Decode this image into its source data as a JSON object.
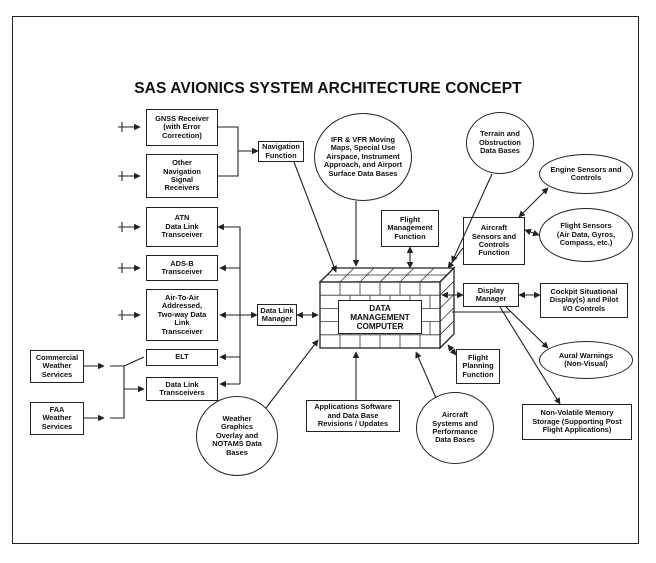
{
  "title": "SAS AVIONICS SYSTEM ARCHITECTURE CONCEPT",
  "nodes": {
    "gnss": "GNSS Receiver\n(with Error\nCorrection)",
    "other_nav": "Other\nNavigation\nSignal\nReceivers",
    "nav_function": "Navigation\nFunction",
    "atn": "ATN\nData Link\nTransceiver",
    "adsb": "ADS-B\nTransceiver",
    "air_to_air": "Air-To-Air\nAddressed,\nTwo-way Data\nLink\nTransceiver",
    "data_link_manager": "Data Link\nManager",
    "elt": "ELT",
    "data_link_transceivers": "Data Link\nTransceivers",
    "commercial_weather": "Commercial\nWeather\nServices",
    "faa_weather": "FAA\nWeather\nServices",
    "ifr_vfr_maps": "IFR & VFR Moving\nMaps, Special Use\nAirspace, Instrument\nApproach, and Airport\nSurface Data Bases",
    "terrain_db": "Terrain and\nObstruction\nData Bases",
    "flight_management": "Flight\nManagement\nFunction",
    "aircraft_sensors": "Aircraft\nSensors and\nControls\nFunction",
    "engine_sensors": "Engine Sensors and\nControls",
    "flight_sensors": "Flight Sensors\n(Air Data, Gyros,\nCompass, etc.)",
    "display_manager": "Display\nManager",
    "cockpit_display": "Cockpit Situational\nDisplay(s) and Pilot\nI/O Controls",
    "dmc": "DATA\nMANAGEMENT\nCOMPUTER",
    "flight_planning": "Flight\nPlanning\nFunction",
    "aural_warnings": "Aural Warnings\n(Non-Visual)",
    "nonvolatile_memory": "Non-Volatile Memory\nStorage (Supporting Post\nFlight Applications)",
    "weather_graphics": "Weather\nGraphics\nOverlay and\nNOTAMS Data\nBases",
    "applications_software": "Applications Software\nand Data Base\nRevisions / Updates",
    "aircraft_systems_db": "Aircraft\nSystems and\nPerformance\nData Bases"
  }
}
